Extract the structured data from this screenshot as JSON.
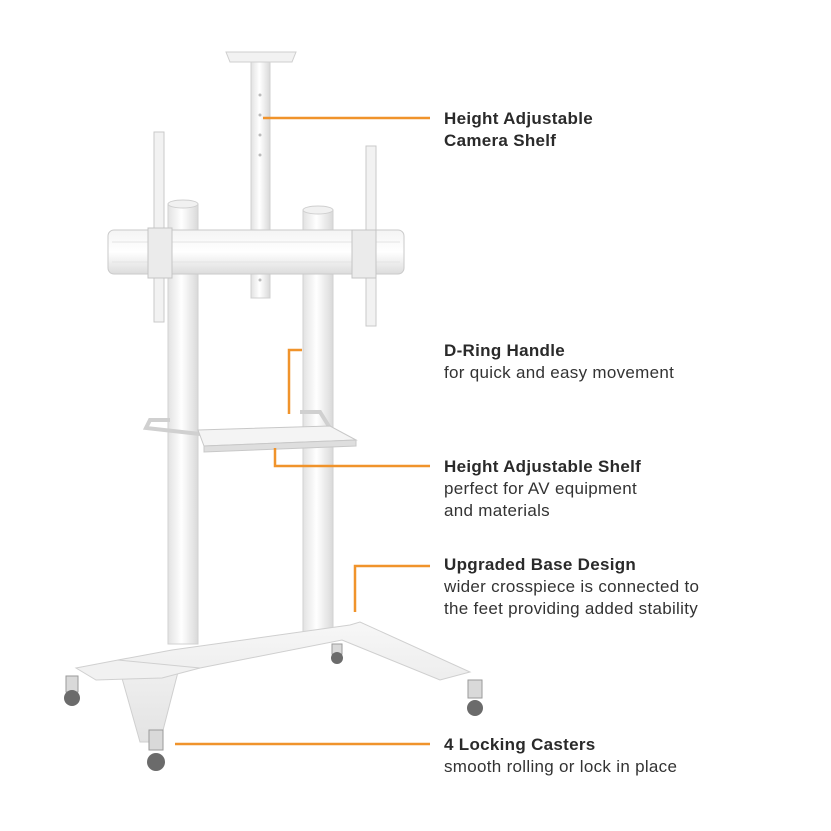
{
  "accent_color": "#f0932b",
  "callouts": {
    "camera_shelf": {
      "title_line1": "Height Adjustable",
      "title_line2": "Camera Shelf"
    },
    "d_ring_handle": {
      "title": "D-Ring Handle",
      "desc": "for quick and easy movement"
    },
    "shelf": {
      "title": "Height Adjustable Shelf",
      "desc_line1": "perfect for AV equipment",
      "desc_line2": "and materials"
    },
    "base": {
      "title": "Upgraded Base Design",
      "desc_line1": "wider crosspiece is connected to",
      "desc_line2": "the feet providing added stability"
    },
    "casters": {
      "title": "4 Locking Casters",
      "desc": "smooth rolling or lock in place"
    }
  }
}
